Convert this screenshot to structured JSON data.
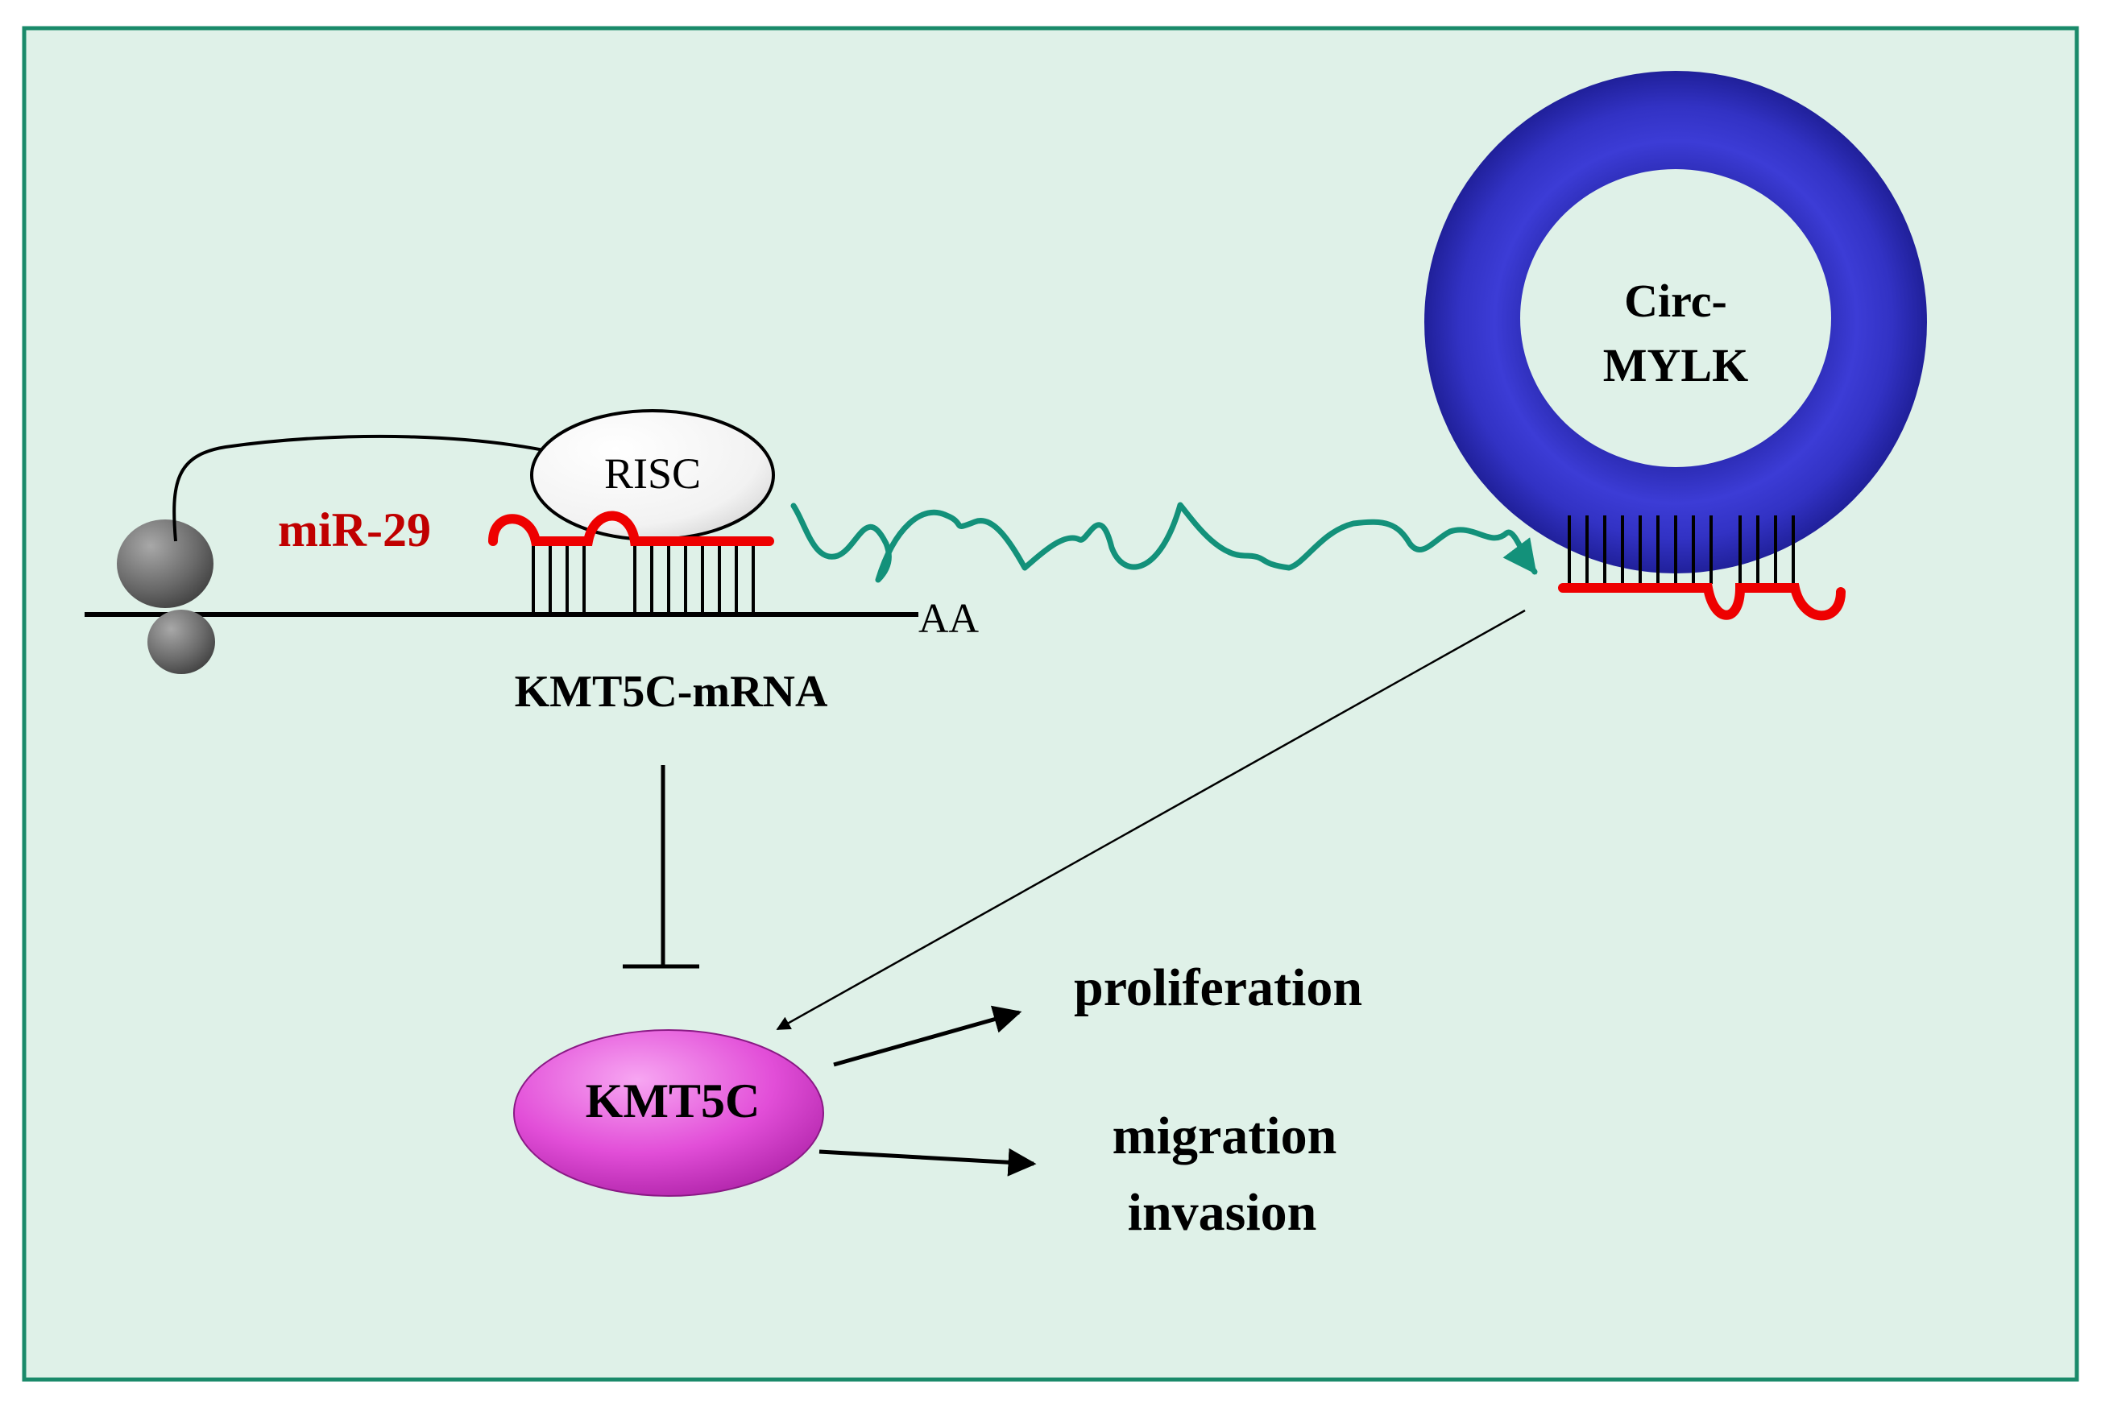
{
  "labels": {
    "risc": "RISC",
    "mirna": "miR-29",
    "poly_a": "AA",
    "mrna": "KMT5C-mRNA",
    "circ_line1": "Circ-",
    "circ_line2": "MYLK",
    "protein": "KMT5C",
    "outcome1": "proliferation",
    "outcome2_line1": "migration",
    "outcome2_line2": "invasion"
  },
  "colors": {
    "background": "#dff1e8",
    "frame": "#1a8a6a",
    "mirna": "#ee0000",
    "mirna_label": "#c00000",
    "sponge_arrow": "#13917a",
    "circ_ring": "#3434c8",
    "protein": "#e24ed8",
    "ribosome": "#6e6e6e",
    "ink": "#000000"
  },
  "relations": [
    {
      "from": "KMT5C-mRNA",
      "to": "KMT5C",
      "type": "inhibition"
    },
    {
      "from": "Circ-MYLK",
      "to": "KMT5C",
      "type": "activation"
    },
    {
      "from": "miR-29",
      "to": "Circ-MYLK",
      "type": "sponge"
    },
    {
      "from": "KMT5C",
      "to": "proliferation",
      "type": "activation"
    },
    {
      "from": "KMT5C",
      "to": "migration invasion",
      "type": "activation"
    }
  ]
}
